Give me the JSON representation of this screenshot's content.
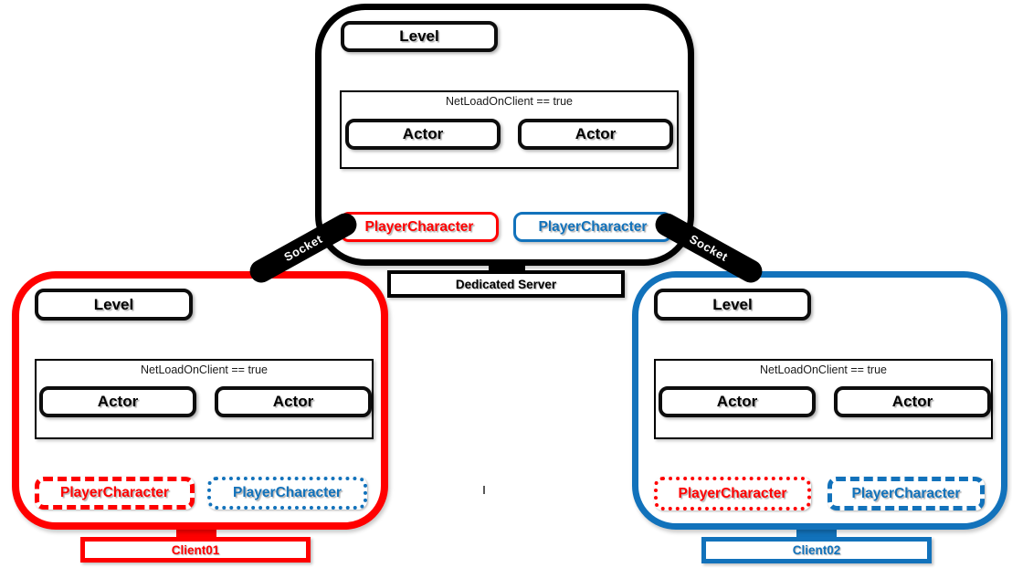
{
  "colors": {
    "line_black": "#000000",
    "accent_red": "#FF0000",
    "accent_blue": "#1272BB",
    "background": "#FFFFFF",
    "socket_text": "#FFFFFF"
  },
  "server": {
    "level": "Level",
    "condition": "NetLoadOnClient == true",
    "actor_left": "Actor",
    "actor_right": "Actor",
    "pc_red": "PlayerCharacter",
    "pc_blue": "PlayerCharacter",
    "caption": "Dedicated Server"
  },
  "client01": {
    "level": "Level",
    "condition": "NetLoadOnClient == true",
    "actor_left": "Actor",
    "actor_right": "Actor",
    "pc_red": "PlayerCharacter",
    "pc_blue": "PlayerCharacter",
    "caption": "Client01"
  },
  "client02": {
    "level": "Level",
    "condition": "NetLoadOnClient == true",
    "actor_left": "Actor",
    "actor_right": "Actor",
    "pc_red": "PlayerCharacter",
    "pc_blue": "PlayerCharacter",
    "caption": "Client02"
  },
  "sockets": {
    "left": "Socket",
    "right": "Socket"
  }
}
